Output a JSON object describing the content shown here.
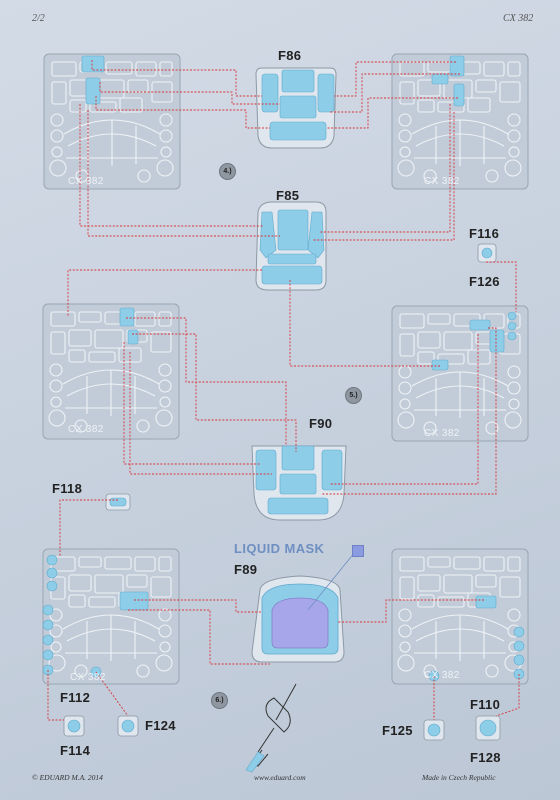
{
  "header": {
    "page": "2/2",
    "code": "CX 382"
  },
  "fret_code": "CX 382",
  "labels": {
    "f86": "F86",
    "f85": "F85",
    "f116": "F116",
    "f126": "F126",
    "f90": "F90",
    "f118": "F118",
    "f89": "F89",
    "f112": "F112",
    "f114": "F114",
    "f124": "F124",
    "f125": "F125",
    "f110": "F110",
    "f128": "F128"
  },
  "steps": {
    "s4": "4.)",
    "s5": "5.)",
    "s6": "6.)"
  },
  "liquid_mask": "LIQUID MASK",
  "footer": {
    "left": "© EDUARD  M.A. 2014",
    "center": "www.eduard.com",
    "right": "Made in Czech Republic"
  },
  "colors": {
    "mask_blue": "#8ecde8",
    "leader_red": "#d9343a",
    "liquid_mask": "#8b9be0"
  }
}
